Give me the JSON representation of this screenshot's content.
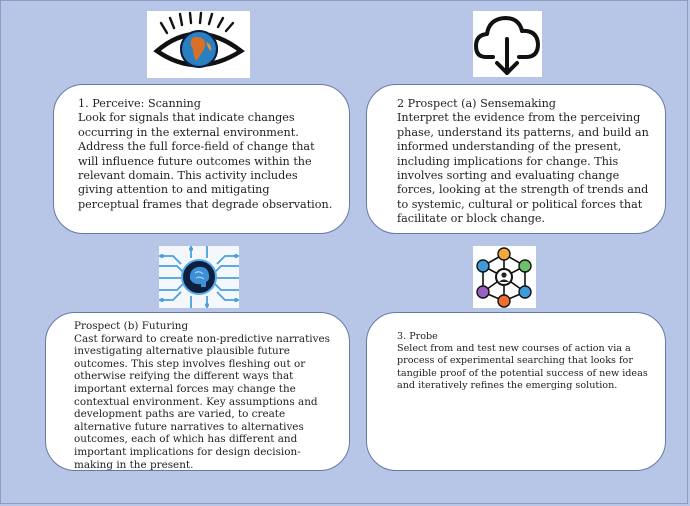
{
  "cards": [
    {
      "title": "1. Perceive: Scanning",
      "body": "Look for signals that indicate changes occurring in the external environment. Address the full force-field of change that will influence future outcomes within the relevant domain. This activity includes giving attention to and mitigating perceptual frames that degrade observation."
    },
    {
      "title": "2 Prospect (a) Sensemaking",
      "body": "Interpret the evidence from the perceiving phase, understand its patterns, and build an informed understanding of the present, including implications for change. This involves sorting and evaluating change forces, looking at the strength of trends and to systemic, cultural or political forces that facilitate or block change."
    },
    {
      "title": "Prospect (b) Futuring",
      "body": "Cast forward to create non-predictive narratives investigating alternative plausible future outcomes. This step involves fleshing out or otherwise reifying the different ways that important external forces may change the contextual environment. Key assumptions and development paths are varied, to create alternative future narratives to alternatives outcomes, each of which has different and important implications for design decision-making in the present."
    },
    {
      "title": "3. Probe",
      "body": "Select from and test new courses of action via a process of experimental searching that looks for tangible proof of the potential success of new ideas and iteratively refines the emerging solution."
    }
  ],
  "icons": [
    "eye-globe-icon",
    "cloud-download-icon",
    "brain-circuit-icon",
    "people-network-icon"
  ],
  "colors": {
    "background": "#b7c5e6",
    "card": "#ffffff",
    "card_border": "#6a78a8",
    "text": "#222222"
  }
}
